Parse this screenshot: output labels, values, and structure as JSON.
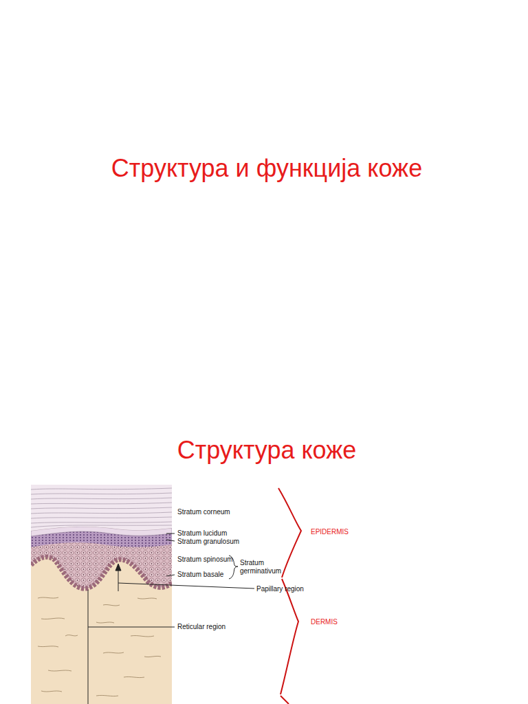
{
  "diagram": {
    "title": "Структура и функција коже",
    "labels": [
      "Структура коже",
      "Stratum corneum",
      "Stratum lucidum",
      "Stratum granulosum",
      "Stratum spinosum",
      "Stratum basale",
      "Stratum germinativum",
      "Papillary region",
      "Reticular region",
      "EPIDERMIS",
      "DERMIS"
    ]
  }
}
